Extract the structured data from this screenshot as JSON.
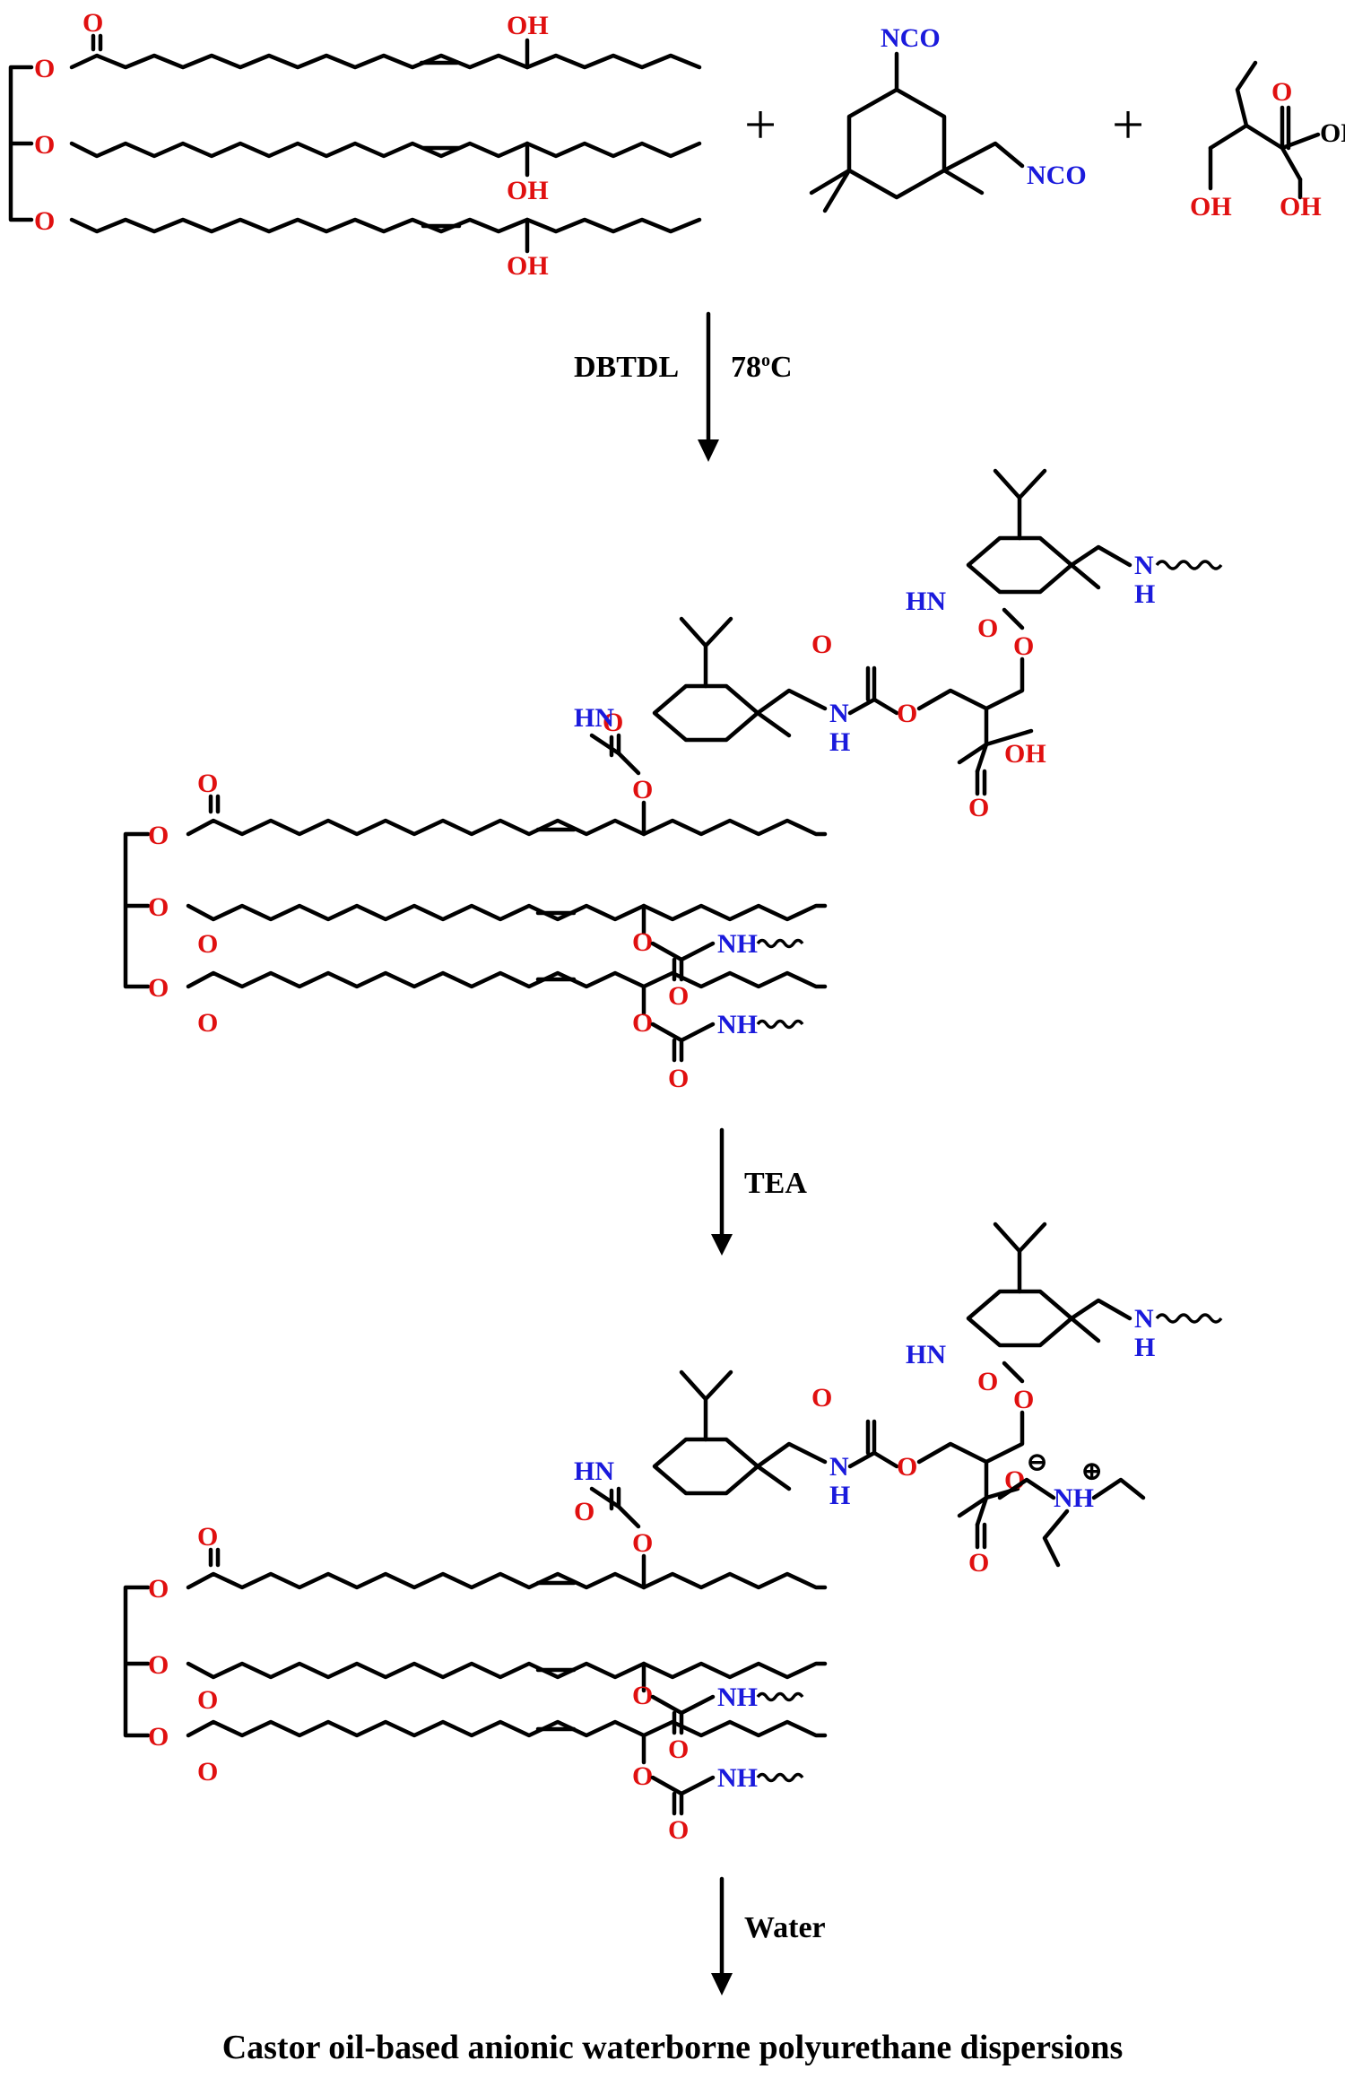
{
  "reactants": {
    "castor_oil_oh": "OH",
    "ester_o": "O",
    "ipdi_nco": "NCO",
    "plus": "+",
    "dmba_oh": "OH"
  },
  "step1": {
    "catalyst": "DBTDL",
    "temperature": "78°C",
    "temperature_base": "78",
    "temperature_sup": "o",
    "temperature_unit": "C"
  },
  "step2": {
    "reagent": "TEA"
  },
  "step3": {
    "reagent": "Water"
  },
  "labels": {
    "hn": "HN",
    "nh": "NH",
    "n": "N",
    "h": "H",
    "o": "O",
    "oh": "OH",
    "nh_plus": "NH",
    "plus_charge": "⊕",
    "minus_charge": "⊖"
  },
  "product_title": "Castor oil-based anionic waterborne polyurethane dispersions",
  "colors": {
    "oxygen": "#e01010",
    "nitrogen": "#1a1adc",
    "carbon": "#000000"
  }
}
